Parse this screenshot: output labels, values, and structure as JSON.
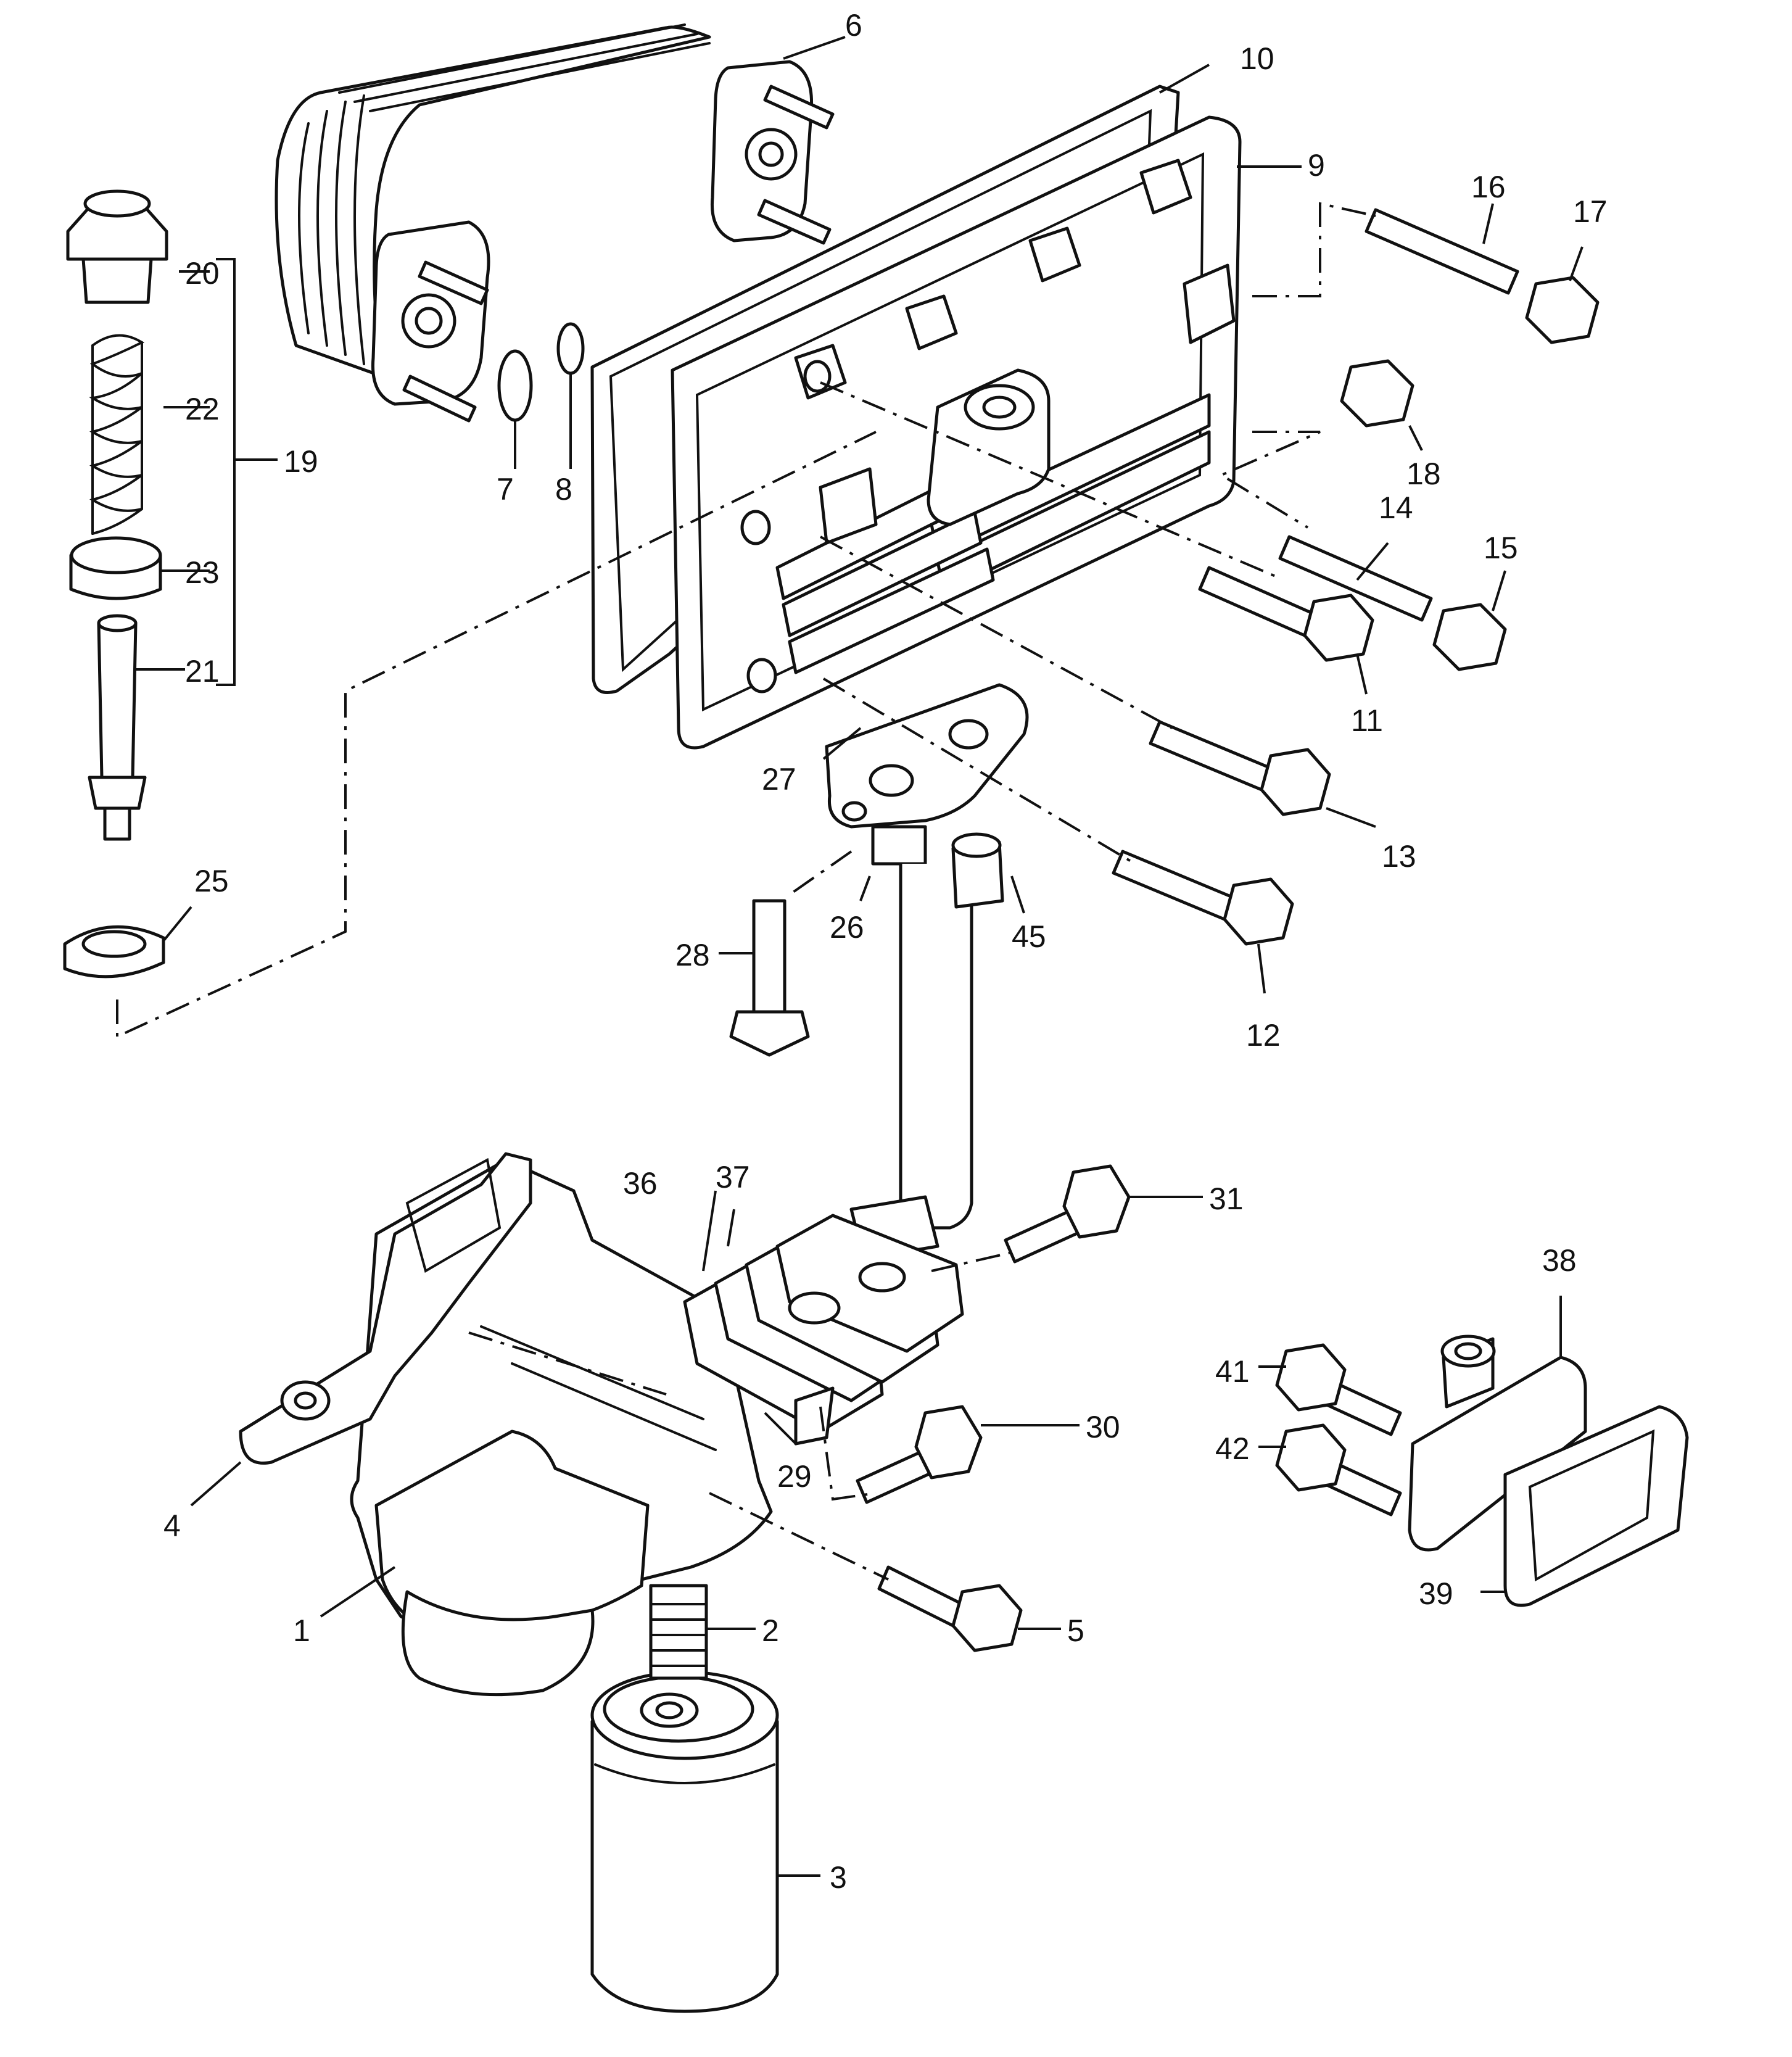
{
  "diagram": {
    "callouts": [
      {
        "id": "1",
        "label": "1"
      },
      {
        "id": "2",
        "label": "2"
      },
      {
        "id": "3",
        "label": "3"
      },
      {
        "id": "4",
        "label": "4"
      },
      {
        "id": "5",
        "label": "5"
      },
      {
        "id": "6",
        "label": "6"
      },
      {
        "id": "7",
        "label": "7"
      },
      {
        "id": "8",
        "label": "8"
      },
      {
        "id": "9",
        "label": "9"
      },
      {
        "id": "10",
        "label": "10"
      },
      {
        "id": "11",
        "label": "11"
      },
      {
        "id": "12",
        "label": "12"
      },
      {
        "id": "13",
        "label": "13"
      },
      {
        "id": "14",
        "label": "14"
      },
      {
        "id": "15",
        "label": "15"
      },
      {
        "id": "16",
        "label": "16"
      },
      {
        "id": "17",
        "label": "17"
      },
      {
        "id": "18",
        "label": "18"
      },
      {
        "id": "19",
        "label": "19"
      },
      {
        "id": "20",
        "label": "20"
      },
      {
        "id": "21",
        "label": "21"
      },
      {
        "id": "22",
        "label": "22"
      },
      {
        "id": "23",
        "label": "23"
      },
      {
        "id": "25",
        "label": "25"
      },
      {
        "id": "26",
        "label": "26"
      },
      {
        "id": "27",
        "label": "27"
      },
      {
        "id": "28",
        "label": "28"
      },
      {
        "id": "29",
        "label": "29"
      },
      {
        "id": "30",
        "label": "30"
      },
      {
        "id": "31",
        "label": "31"
      },
      {
        "id": "36",
        "label": "36"
      },
      {
        "id": "37",
        "label": "37"
      },
      {
        "id": "38",
        "label": "38"
      },
      {
        "id": "39",
        "label": "39"
      },
      {
        "id": "41",
        "label": "41"
      },
      {
        "id": "42",
        "label": "42"
      },
      {
        "id": "45",
        "label": "45"
      }
    ]
  }
}
